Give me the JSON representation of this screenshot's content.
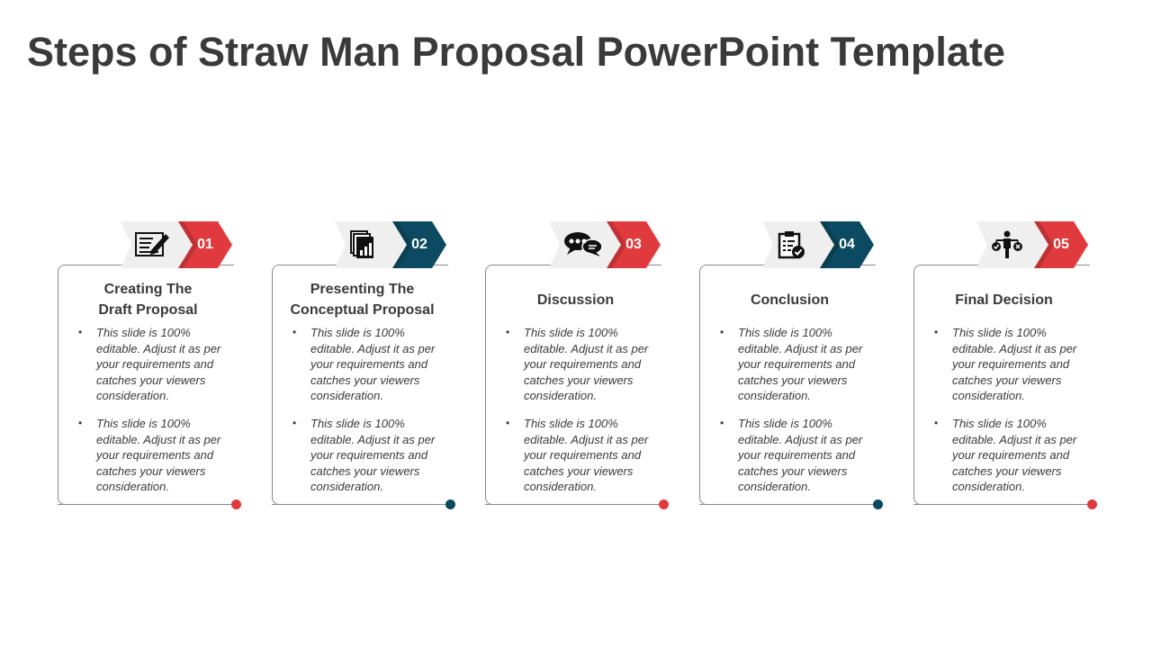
{
  "title": "Steps of Straw Man Proposal PowerPoint Template",
  "colors": {
    "red": "#e03a3e",
    "teal": "#0b4a60",
    "grey_chevron": "#efefef"
  },
  "steps": [
    {
      "number": "01",
      "title_lines": [
        "Creating The",
        "Draft Proposal"
      ],
      "icon": "pencil-document-icon",
      "accent": "red",
      "bullets": [
        "This slide is 100% editable. Adjust it as per your requirements and catches your viewers consideration.",
        "This slide is 100% editable. Adjust it as per your requirements and catches your viewers consideration."
      ]
    },
    {
      "number": "02",
      "title_lines": [
        "Presenting The",
        "Conceptual Proposal"
      ],
      "icon": "documents-chart-icon",
      "accent": "teal",
      "bullets": [
        "This slide is 100% editable. Adjust it as per your requirements and catches your viewers consideration.",
        "This slide is 100% editable. Adjust it as per your requirements and catches your viewers consideration."
      ]
    },
    {
      "number": "03",
      "title_lines": [
        "Discussion"
      ],
      "icon": "chat-bubbles-icon",
      "accent": "red",
      "bullets": [
        "This slide is 100% editable. Adjust it as per your requirements and catches your viewers consideration.",
        "This slide is 100% editable. Adjust it as per your requirements and catches your viewers consideration."
      ]
    },
    {
      "number": "04",
      "title_lines": [
        "Conclusion"
      ],
      "icon": "clipboard-check-icon",
      "accent": "teal",
      "bullets": [
        "This slide is 100% editable. Adjust it as per your requirements and catches your viewers consideration.",
        "This slide is 100% editable. Adjust it as per your requirements and catches your viewers consideration."
      ]
    },
    {
      "number": "05",
      "title_lines": [
        "Final Decision"
      ],
      "icon": "person-decision-icon",
      "accent": "red",
      "bullets": [
        "This slide is 100% editable. Adjust it as per your requirements and catches your viewers consideration.",
        "This slide is 100% editable. Adjust it as per your requirements and catches your viewers consideration."
      ]
    }
  ]
}
